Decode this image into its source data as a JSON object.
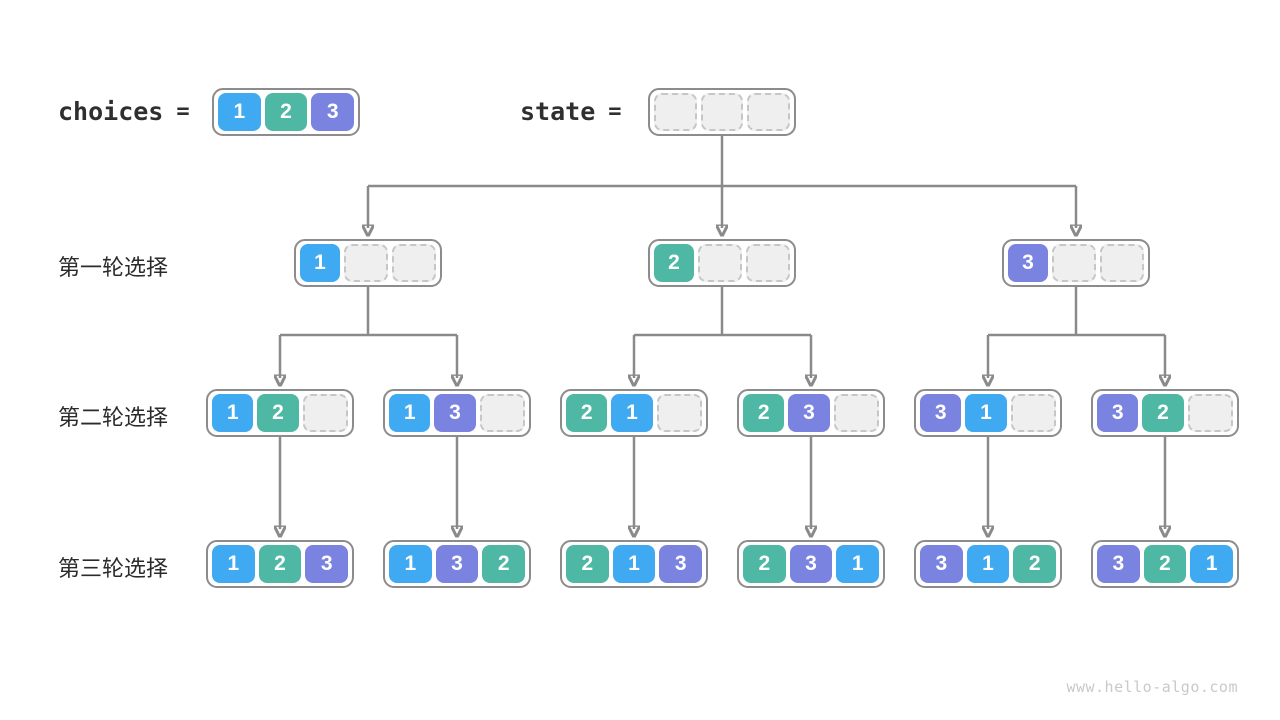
{
  "diagram": {
    "title_row": {
      "choices_label": "choices",
      "choices_equals": "=",
      "choices": [
        "1",
        "2",
        "3"
      ],
      "state_label": "state",
      "state_equals": "=",
      "state": [
        "",
        "",
        ""
      ]
    },
    "rows": [
      {
        "label": "第一轮选择",
        "nodes": [
          [
            "1",
            "",
            ""
          ],
          [
            "2",
            "",
            ""
          ],
          [
            "3",
            "",
            ""
          ]
        ]
      },
      {
        "label": "第二轮选择",
        "nodes": [
          [
            "1",
            "2",
            ""
          ],
          [
            "1",
            "3",
            ""
          ],
          [
            "2",
            "1",
            ""
          ],
          [
            "2",
            "3",
            ""
          ],
          [
            "3",
            "1",
            ""
          ],
          [
            "3",
            "2",
            ""
          ]
        ]
      },
      {
        "label": "第三轮选择",
        "nodes": [
          [
            "1",
            "2",
            "3"
          ],
          [
            "1",
            "3",
            "2"
          ],
          [
            "2",
            "1",
            "3"
          ],
          [
            "2",
            "3",
            "1"
          ],
          [
            "3",
            "1",
            "2"
          ],
          [
            "3",
            "2",
            "1"
          ]
        ]
      }
    ],
    "colors": {
      "value1": "#3FA9F1",
      "value2": "#4FB8A5",
      "value3": "#7A83E0",
      "arrow": "#8A8A8A",
      "empty_fill": "#EFEFEF",
      "container_border": "#8C8C8C"
    },
    "watermark": "www.hello-algo.com"
  }
}
